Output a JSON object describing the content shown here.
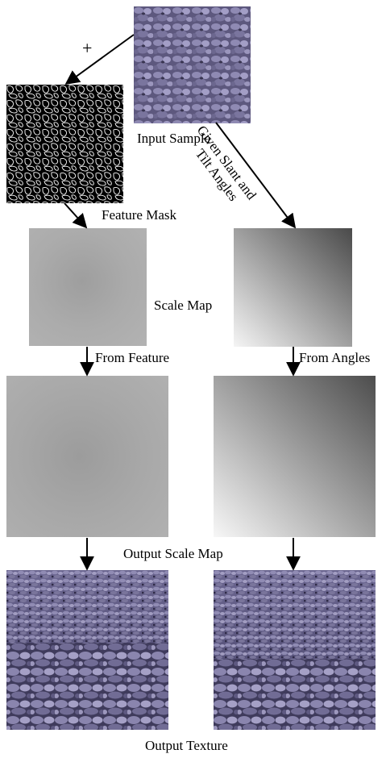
{
  "labels": {
    "input_sample": "Input Sample",
    "slant_tilt_line1": "Given Slant and",
    "slant_tilt_line2": "Tilt Angles",
    "plus": "+",
    "feature_mask": "Feature Mask",
    "scale_map": "Scale Map",
    "from_feature": "From Feature",
    "from_angles": "From Angles",
    "output_scale_map": "Output Scale Map",
    "output_texture": "Output Texture"
  },
  "colors": {
    "pebble_base": "#6f6a92",
    "pebble_light": "#a49fc4",
    "pebble_dark": "#2e2b45",
    "scale_map_gray": "#a9a9a9",
    "gradient_dark": "#4a4a4a",
    "gradient_light": "#f5f5f5"
  }
}
